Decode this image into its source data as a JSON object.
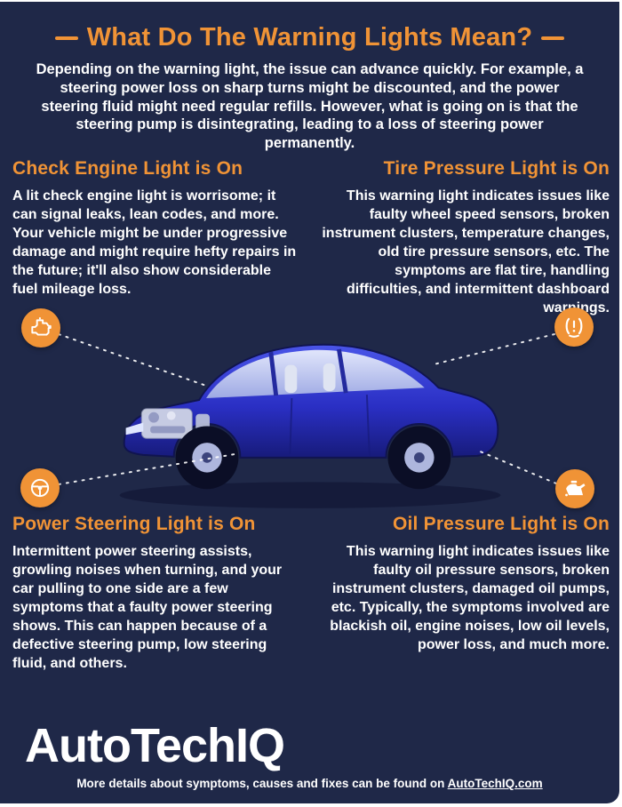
{
  "page": {
    "title": "What Do The Warning Lights Mean?",
    "intro": "Depending on the warning light, the issue can advance quickly. For example, a steering power loss on sharp turns might be discounted, and the power steering fluid might need regular refills. However, what is going on is that the steering pump is disintegrating, leading to a loss of steering power permanently."
  },
  "sections": [
    {
      "id": "check-engine",
      "heading": "Check Engine Light is On",
      "body": "A lit check engine light is worrisome; it can signal leaks, lean codes, and more. Your vehicle might be under progressive damage and might require hefty repairs in the future; it'll also show considerable fuel mileage loss.",
      "icon": "check-engine-icon"
    },
    {
      "id": "tire-pressure",
      "heading": "Tire Pressure Light is On",
      "body": "This warning light indicates issues like faulty wheel speed sensors, broken instrument clusters, temperature changes, old tire pressure sensors, etc. The symptoms are flat tire, handling difficulties, and intermittent dashboard warnings.",
      "icon": "tire-pressure-icon"
    },
    {
      "id": "power-steering",
      "heading": "Power Steering Light is On",
      "body": "Intermittent power steering assists, growling noises when turning, and your car pulling to one side are a few symptoms that a faulty power steering shows. This can happen because of a defective steering pump, low steering fluid, and others.",
      "icon": "power-steering-icon"
    },
    {
      "id": "oil-pressure",
      "heading": "Oil Pressure Light is On",
      "body": "This warning light indicates issues like faulty oil pressure sensors, broken instrument clusters, damaged oil pumps, etc. Typically, the symptoms involved are blackish oil, engine noises, low oil levels, power loss, and much more.",
      "icon": "oil-pressure-icon"
    }
  ],
  "illustration": {
    "name": "car-cutaway-illustration",
    "car_color": "#2a2fc4"
  },
  "logo": {
    "part1": "Auto",
    "part2": "Tech",
    "part3": "IQ"
  },
  "footer": {
    "text_before": "More details about symptoms, causes and fixes can be found on ",
    "link": "AutoTechIQ.com"
  },
  "colors": {
    "background": "#1f2848",
    "accent_orange": "#f09336",
    "text": "#ffffff",
    "car_blue": "#2a2fc4"
  }
}
